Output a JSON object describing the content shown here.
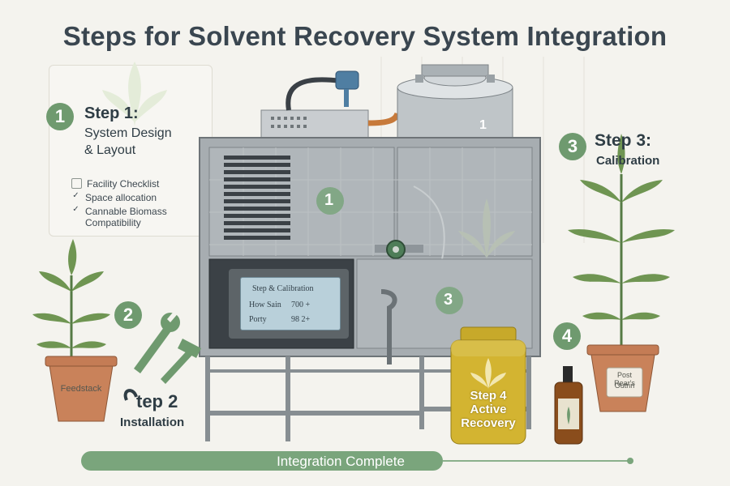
{
  "title": "Steps for Solvent Recovery System Integration",
  "steps": [
    {
      "number": "1",
      "title": "Step 1:",
      "subtitle_line1": "System Design",
      "subtitle_line2": "& Layout"
    },
    {
      "number": "2",
      "title": "tep 2",
      "subtitle": "Installation"
    },
    {
      "number": "3",
      "title": "Step 3:",
      "subtitle": "Calibration"
    },
    {
      "number": "4",
      "title_line1": "Step 4",
      "title_line2": "Active",
      "title_line3": "Recovery"
    }
  ],
  "checklist": [
    {
      "label": "Facility Checklist",
      "mark": ""
    },
    {
      "label": "Space allocation",
      "mark": "✓"
    },
    {
      "label": "Cannable Biomass",
      "mark": "✓"
    },
    {
      "label": "Compatibility",
      "mark": ""
    }
  ],
  "machine_markers": {
    "one_a": "1",
    "one_b": "1",
    "three": "3"
  },
  "display": {
    "header": "Step & Calibration",
    "row1_label": "How Sain",
    "row1_value": "700 +",
    "row2_label": "Porty",
    "row2_value": "98 2+"
  },
  "pots": {
    "left": "Feedstack",
    "right_line1": "Post Rear's",
    "right_line2": "Outrin"
  },
  "progress": {
    "label": "Integration Complete"
  },
  "colors": {
    "accent": "#6f9a6f",
    "progress": "#7aa57c",
    "steel": "#a3a9ad",
    "amber": "#d3b431"
  }
}
